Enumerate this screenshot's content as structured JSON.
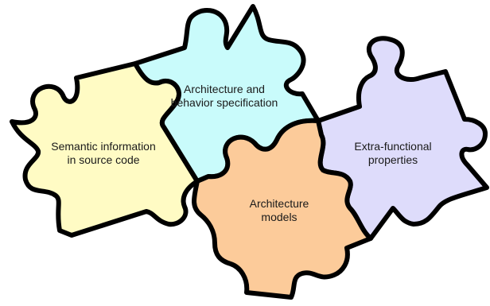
{
  "diagram": {
    "pieces": [
      {
        "id": "semantic",
        "lines": [
          "Semantic information",
          "in source code"
        ],
        "fill": "#fffbc4"
      },
      {
        "id": "spec",
        "lines": [
          "Architecture and",
          "behavior specification"
        ],
        "fill": "#c9fbfb"
      },
      {
        "id": "extra",
        "lines": [
          "Extra-functional",
          "properties"
        ],
        "fill": "#dedcfb"
      },
      {
        "id": "models",
        "lines": [
          "Architecture",
          "models"
        ],
        "fill": "#fccb9a"
      }
    ],
    "outline_color": "#000000"
  }
}
